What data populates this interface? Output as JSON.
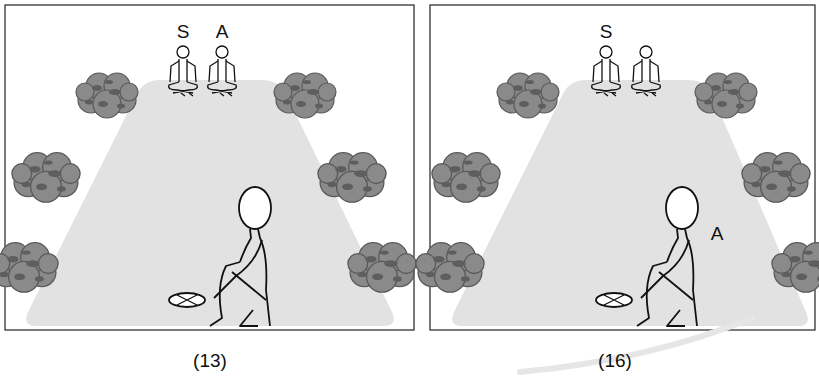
{
  "diagram": {
    "labels": [
      "S",
      "A",
      "(13)",
      "S",
      "A",
      "(16)"
    ]
  }
}
